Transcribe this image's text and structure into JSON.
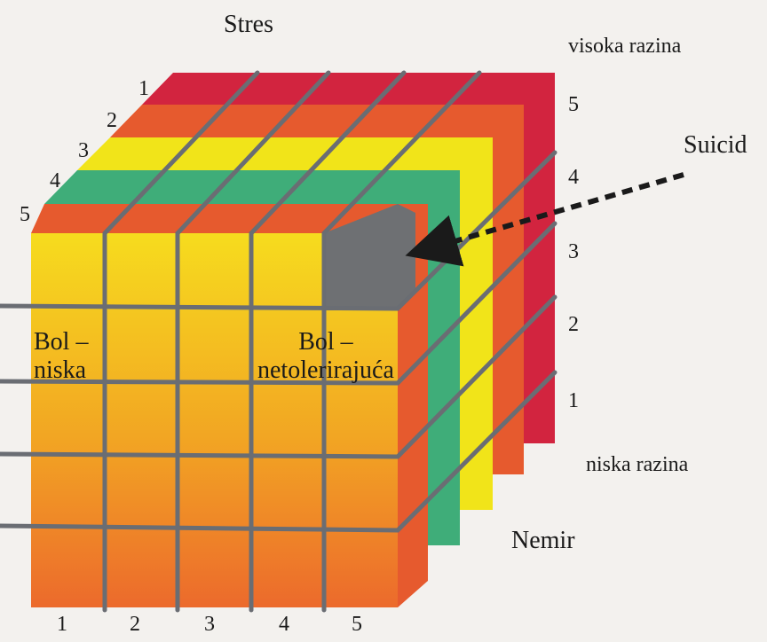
{
  "axes": {
    "stres": "Stres",
    "nemir": "Nemir",
    "stres_scale": [
      "1",
      "2",
      "3",
      "4",
      "5"
    ],
    "nemir_scale": [
      "5",
      "4",
      "3",
      "2",
      "1"
    ],
    "bol_scale": [
      "1",
      "2",
      "3",
      "4",
      "5"
    ]
  },
  "levels": {
    "high": "visoka razina",
    "low": "niska razina"
  },
  "cube_labels": {
    "pain_low": "Bol –\nniska",
    "pain_intolerable": "Bol –\nnetolerirajuća",
    "suicide": "Suicid"
  },
  "colors": {
    "red": "#d2243f",
    "orange": "#e65a2e",
    "yellow": "#f1e419",
    "green": "#3fad79",
    "grid": "#6a6d73",
    "cell_gray": "#6e7073",
    "front_top": "#f6dc1e",
    "front_bottom": "#ec6a2c"
  }
}
